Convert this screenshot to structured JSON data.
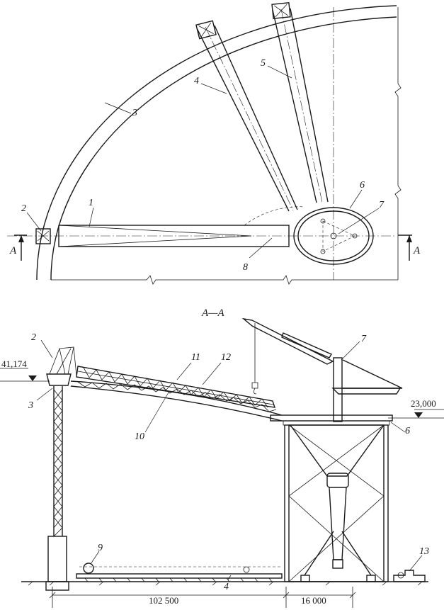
{
  "plan": {
    "labels": [
      "1",
      "2",
      "3",
      "4",
      "5",
      "6",
      "7",
      "8"
    ],
    "section_mark": "A"
  },
  "section": {
    "title": "A—A",
    "labels": [
      "2",
      "3",
      "4",
      "6",
      "7",
      "9",
      "10",
      "11",
      "12",
      "13"
    ],
    "elevations": {
      "top": "41,174",
      "platform": "23,000"
    },
    "dimensions": {
      "span": "102 500",
      "base": "16 000"
    }
  }
}
